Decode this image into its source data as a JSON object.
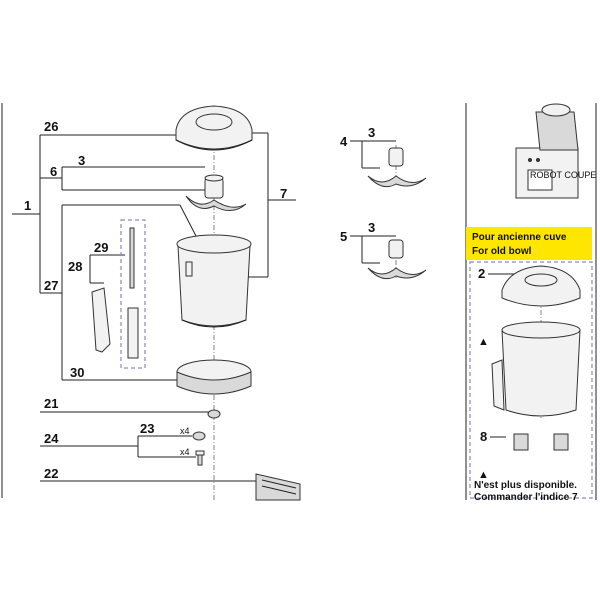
{
  "labels": {
    "n1": "1",
    "n2": "2",
    "n3a": "3",
    "n3b": "3",
    "n3c": "3",
    "n4": "4",
    "n5": "5",
    "n6": "6",
    "n7": "7",
    "n8": "8",
    "n21": "21",
    "n22": "22",
    "n23": "23",
    "n24": "24",
    "n26": "26",
    "n27": "27",
    "n28": "28",
    "n29": "29",
    "n30": "30",
    "x4a": "x4",
    "x4b": "x4"
  },
  "old_bowl": {
    "title_fr": "Pour ancienne cuve",
    "title_en": "For old bowl",
    "title_bg": "#ffe600"
  },
  "note": {
    "line1": "N'est plus disponible.",
    "line2": "Commander l'indice 7"
  },
  "warning_symbol": "▲",
  "warning_color": "#e02020",
  "machine_label": "ROBOT COUPE"
}
